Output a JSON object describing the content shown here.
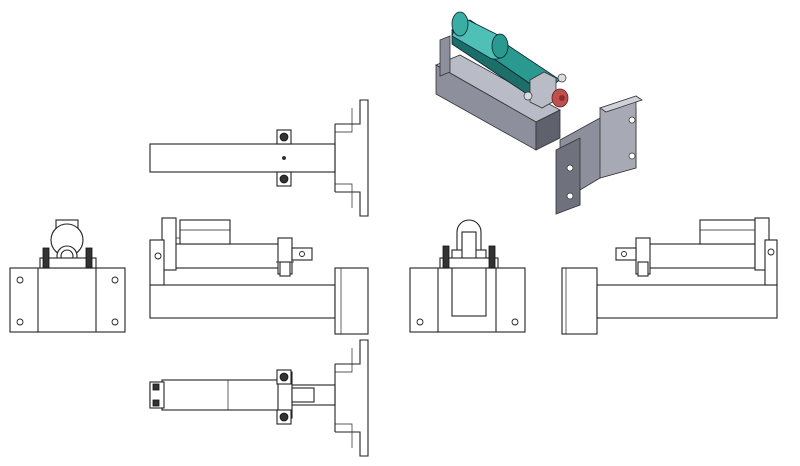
{
  "drawing": {
    "sheet_background": "#ffffff",
    "line_color": "#222222",
    "iso_colors": {
      "frame_light": "#b9bcc6",
      "frame_mid": "#8d909c",
      "frame_dark": "#5f626d",
      "cylinder": "#2a9a90",
      "cylinder_dark": "#1b6f68",
      "cylinder_light": "#4fc0b5",
      "rod_end": "#c0504d"
    },
    "views": [
      {
        "name": "top-view"
      },
      {
        "name": "front-view"
      },
      {
        "name": "left-side-view"
      },
      {
        "name": "right-side-view"
      },
      {
        "name": "rear-view"
      },
      {
        "name": "bottom-view"
      },
      {
        "name": "isometric-view"
      }
    ]
  }
}
